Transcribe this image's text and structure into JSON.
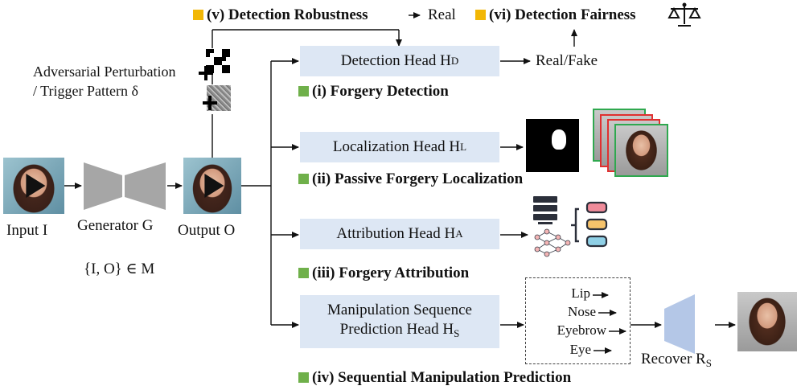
{
  "input": {
    "label": "Input I"
  },
  "generator": {
    "label": "Generator G"
  },
  "output": {
    "label": "Output O"
  },
  "set_membership": "{I, O} ∈ M",
  "perturbation": {
    "line1": "Adversarial Perturbation",
    "line2": "/ Trigger Pattern δ"
  },
  "robustness": {
    "title": "(v) Detection Robustness",
    "real": "Real"
  },
  "fairness": {
    "title": "(vi) Detection Fairness",
    "icon": "scales-icon"
  },
  "heads": {
    "detection": {
      "name": "Detection Head H",
      "sub": "D",
      "result": "Real/Fake",
      "task": "(i) Forgery Detection"
    },
    "localization": {
      "name": "Localization Head H",
      "sub": "L",
      "task": "(ii) Passive Forgery Localization"
    },
    "attribution": {
      "name": "Attribution Head H",
      "sub": "A",
      "task": "(iii) Forgery Attribution"
    },
    "manipulation": {
      "line1": "Manipulation Sequence",
      "line2": "Prediction Head H",
      "sub": "S",
      "task": "(iv) Sequential Manipulation Prediction"
    }
  },
  "manipulations": [
    "Lip",
    "Nose",
    "Eyebrow",
    "Eye"
  ],
  "recover": {
    "label": "Recover R",
    "sub": "S"
  },
  "colors": {
    "head_fill": "#dde7f4",
    "generator": "#a6a6a6",
    "task_marker": "#6fb04a",
    "extra_marker": "#f2b705",
    "recover": "#b4c7e7"
  }
}
